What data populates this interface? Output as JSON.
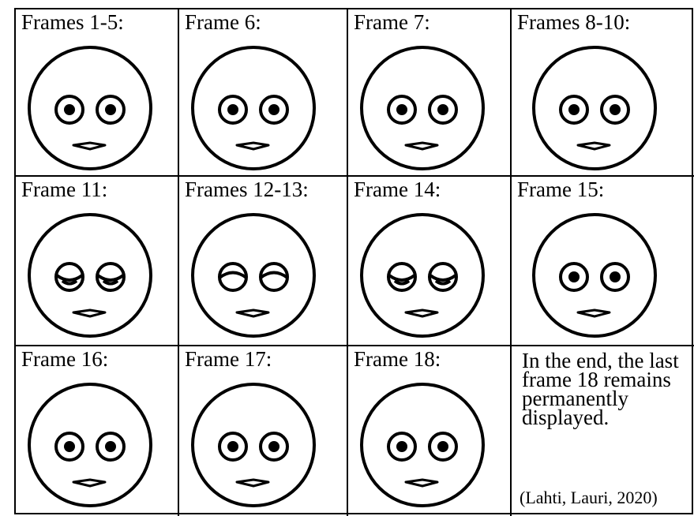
{
  "frames": [
    {
      "label": "Frames 1-5:",
      "eyes": "open"
    },
    {
      "label": "Frame 6:",
      "eyes": "open"
    },
    {
      "label": "Frame 7:",
      "eyes": "open"
    },
    {
      "label": "Frames 8-10:",
      "eyes": "open"
    },
    {
      "label": "Frame 11:",
      "eyes": "half-closed"
    },
    {
      "label": "Frames 12-13:",
      "eyes": "closed"
    },
    {
      "label": "Frame 14:",
      "eyes": "half-closed"
    },
    {
      "label": "Frame 15:",
      "eyes": "open"
    },
    {
      "label": "Frame 16:",
      "eyes": "open"
    },
    {
      "label": "Frame 17:",
      "eyes": "open"
    },
    {
      "label": "Frame 18:",
      "eyes": "open"
    }
  ],
  "note": {
    "text": "In the end, the last frame 18 remains permanently displayed.",
    "citation": "(Lahti, Lauri, 2020)"
  },
  "colors": {
    "line": "#000000",
    "background": "#ffffff"
  }
}
